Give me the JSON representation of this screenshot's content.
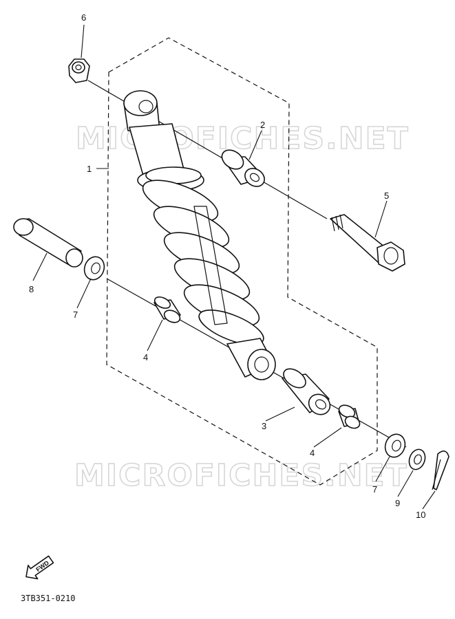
{
  "diagram": {
    "drawing_code": "3TB351-0210",
    "watermark": "MICROFICHES.NET",
    "fwd_label": "FWD",
    "callouts": {
      "c1": "1",
      "c2": "2",
      "c3": "3",
      "c4a": "4",
      "c4b": "4",
      "c5": "5",
      "c6": "6",
      "c7a": "7",
      "c7b": "7",
      "c8": "8",
      "c9": "9",
      "c10": "10"
    }
  }
}
